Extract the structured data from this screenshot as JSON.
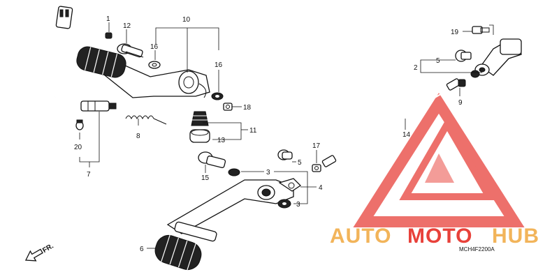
{
  "diagram": {
    "callouts": [
      {
        "id": "c1",
        "text": "1"
      },
      {
        "id": "c12",
        "text": "12"
      },
      {
        "id": "c10",
        "text": "10"
      },
      {
        "id": "c16a",
        "text": "16"
      },
      {
        "id": "c16b",
        "text": "16"
      },
      {
        "id": "c18",
        "text": "18"
      },
      {
        "id": "c8",
        "text": "8"
      },
      {
        "id": "c11",
        "text": "11"
      },
      {
        "id": "c13",
        "text": "13"
      },
      {
        "id": "c20",
        "text": "20"
      },
      {
        "id": "c7",
        "text": "7"
      },
      {
        "id": "c15",
        "text": "15"
      },
      {
        "id": "c17",
        "text": "17"
      },
      {
        "id": "c5b",
        "text": "5"
      },
      {
        "id": "c3a",
        "text": "3"
      },
      {
        "id": "c4",
        "text": "4"
      },
      {
        "id": "c3b",
        "text": "3"
      },
      {
        "id": "c6",
        "text": "6"
      },
      {
        "id": "c19",
        "text": "19"
      },
      {
        "id": "c2",
        "text": "2"
      },
      {
        "id": "c5a",
        "text": "5"
      },
      {
        "id": "c9",
        "text": "9"
      },
      {
        "id": "c14",
        "text": "14"
      }
    ],
    "direction_label": "FR.",
    "diagram_code": "MCH4F2200A"
  },
  "watermark": {
    "word_part1": "AUTO",
    "word_part2": "MOTO",
    "word_part3": "HUB",
    "color_primary": "#e8413a",
    "color_secondary": "#f2b45a"
  }
}
